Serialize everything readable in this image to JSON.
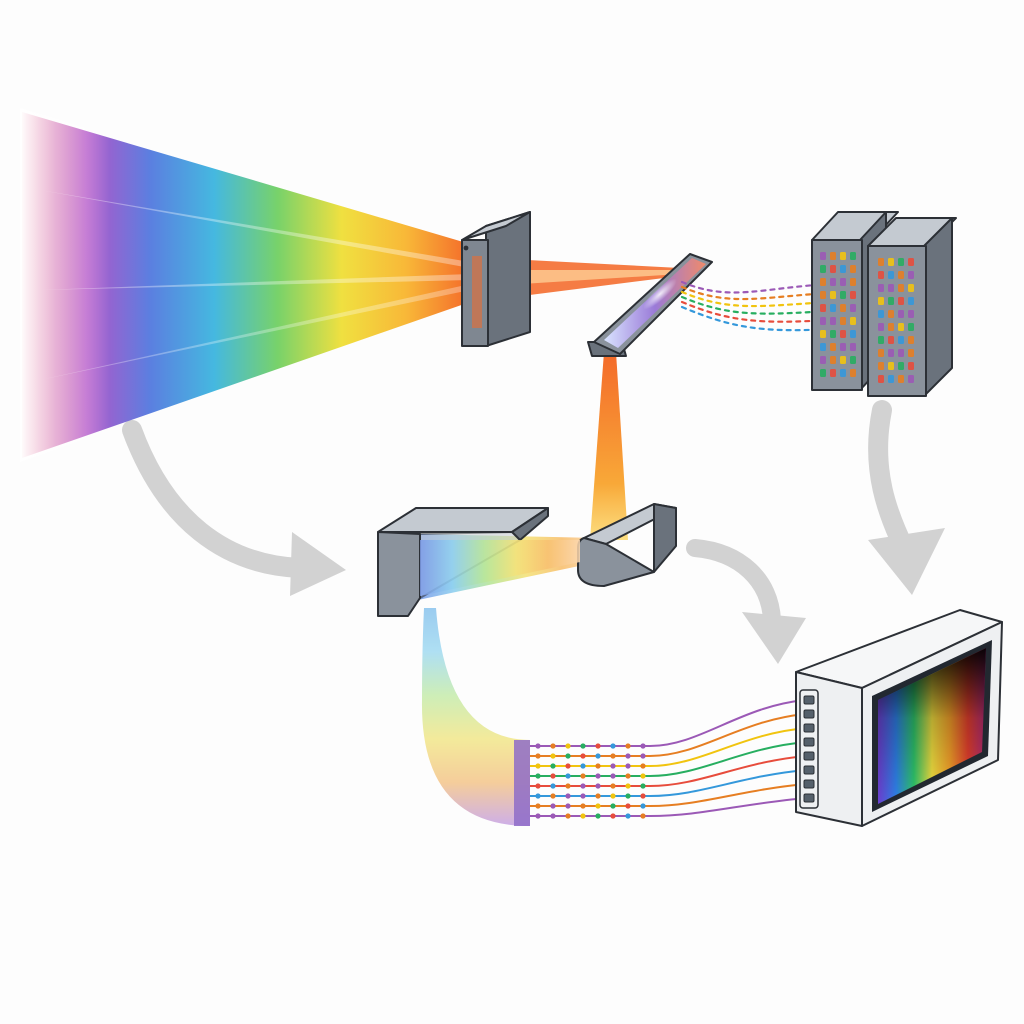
{
  "colors": {
    "background": "#fdfdfd",
    "arrow": "#d2d2d2",
    "metal_front": "#8a929c",
    "metal_top": "#c4cad1",
    "metal_side": "#6a727c",
    "outline": "#2c3036",
    "enclosure_light": "#eef0f2",
    "spectrum": [
      "#e2507a",
      "#b455c8",
      "#5b7fe0",
      "#45b8e0",
      "#78d26a",
      "#f0e040",
      "#f8b838",
      "#f46a2a"
    ],
    "fiber_strands": [
      "#9b59b6",
      "#e67e22",
      "#f1c40f",
      "#27ae60",
      "#e74c3c",
      "#3498db",
      "#e67e22",
      "#9b59b6"
    ]
  },
  "components": [
    {
      "id": "broadband-light-beam",
      "icon": "rainbow-cone"
    },
    {
      "id": "entrance-slit",
      "icon": "slit-block"
    },
    {
      "id": "dichroic-mirror",
      "icon": "angled-mirror"
    },
    {
      "id": "detector-array",
      "icon": "dual-sensor-block"
    },
    {
      "id": "diffraction-grating",
      "icon": "grating-block"
    },
    {
      "id": "focusing-optic",
      "icon": "prism-block"
    },
    {
      "id": "fiber-bundle",
      "icon": "fiber-ribbon"
    },
    {
      "id": "spectrum-display",
      "icon": "display-box"
    }
  ],
  "flow_arrows": [
    {
      "id": "arrow-source-to-grating"
    },
    {
      "id": "arrow-detector-to-display"
    },
    {
      "id": "arrow-optic-to-display"
    }
  ]
}
